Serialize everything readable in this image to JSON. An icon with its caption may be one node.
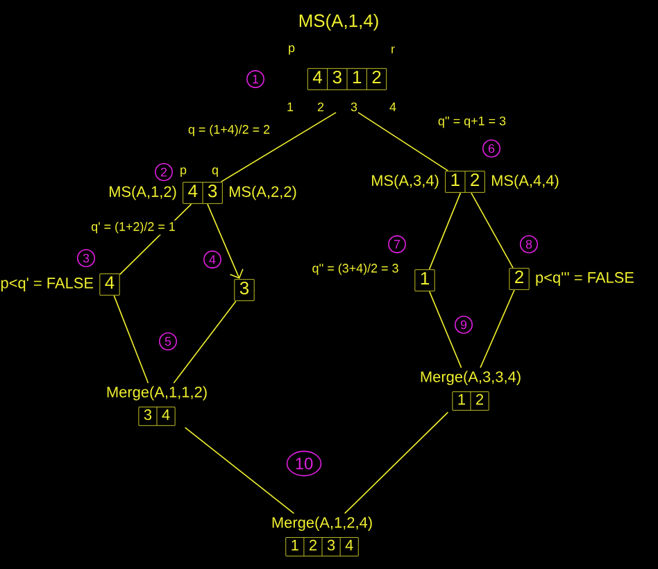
{
  "diagram": {
    "nodes": [
      {
        "text": [
          "MS(A,1,4)",
          "4",
          "3",
          "1",
          "2"
        ]
      },
      {
        "text": [
          "4",
          "3"
        ],
        "beside": [
          "MS(A,1,2)",
          "MS(A,2,2)"
        ]
      },
      {
        "text": [
          "1",
          "2"
        ],
        "beside": [
          "MS(A,3,4)",
          "MS(A,4,4)"
        ]
      },
      {
        "text": [
          "4"
        ],
        "beside": [
          "p<q' = FALSE"
        ]
      },
      {
        "text": [
          "3"
        ]
      },
      {
        "text": [
          "1"
        ]
      },
      {
        "text": [
          "2"
        ],
        "beside": [
          "p<q''' = FALSE"
        ]
      },
      {
        "text": [
          "Merge(A,1,1,2)",
          "3",
          "4"
        ]
      },
      {
        "text": [
          "Merge(A,3,3,4)",
          "1",
          "2"
        ]
      },
      {
        "text": [
          "Merge(A,1,2,4)",
          "1",
          "2",
          "3",
          "4"
        ]
      }
    ],
    "edges": [
      {
        "from": 0,
        "to": 1,
        "arrow": "none",
        "label": "q = (1+4)/2 = 2"
      },
      {
        "from": 0,
        "to": 2,
        "arrow": "none",
        "label": "q'' = q+1 = 3"
      },
      {
        "from": 1,
        "to": 3,
        "arrow": "none",
        "label": "q' = (1+2)/2 = 1"
      },
      {
        "from": 1,
        "to": 4,
        "arrow": "to"
      },
      {
        "from": 2,
        "to": 5,
        "arrow": "none",
        "label": "q'' = (3+4)/2 = 3"
      },
      {
        "from": 2,
        "to": 6,
        "arrow": "none"
      },
      {
        "from": 3,
        "to": 7,
        "arrow": "none"
      },
      {
        "from": 4,
        "to": 7,
        "arrow": "none"
      },
      {
        "from": 5,
        "to": 8,
        "arrow": "none"
      },
      {
        "from": 6,
        "to": 8,
        "arrow": "none"
      },
      {
        "from": 7,
        "to": 9,
        "arrow": "none"
      },
      {
        "from": 8,
        "to": 9,
        "arrow": "none"
      }
    ],
    "labels": [
      "p",
      "r",
      "1",
      "1",
      "2",
      "3",
      "4",
      "6",
      "2",
      "p",
      "q",
      "7",
      "8",
      "3",
      "4",
      "9",
      "5",
      "10"
    ]
  }
}
